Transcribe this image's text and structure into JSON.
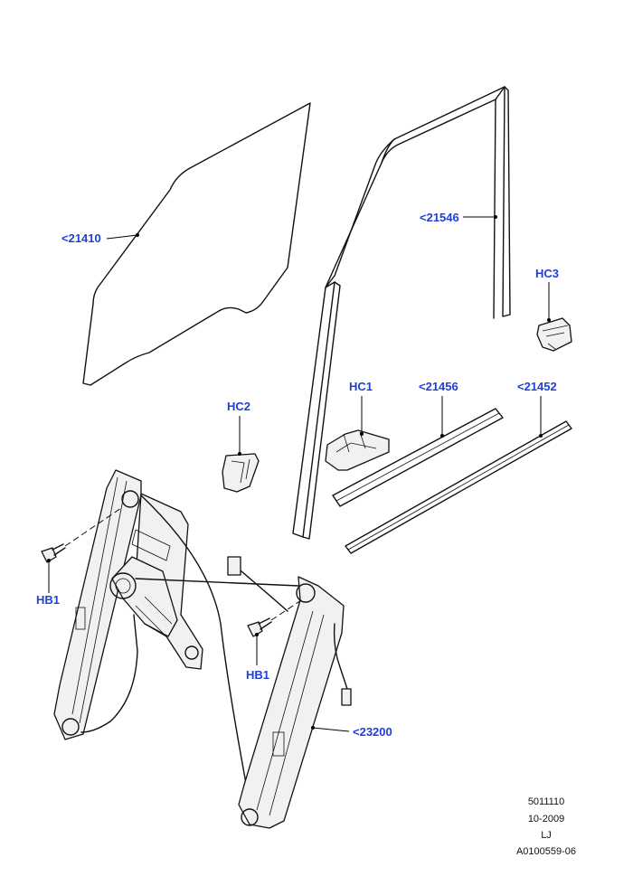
{
  "callouts": {
    "glass": "<21410",
    "run_channel": "<21546",
    "clip_hc3": "HC3",
    "clip_hc1": "HC1",
    "belt_inner": "<21456",
    "belt_outer": "<21452",
    "clip_hc2": "HC2",
    "bolt_hb1_left": "HB1",
    "bolt_hb1_right": "HB1",
    "regulator": "<23200"
  },
  "footer": {
    "line1": "5011110",
    "line2": "10-2009",
    "line3": "LJ",
    "line4": "A0100559-06"
  }
}
